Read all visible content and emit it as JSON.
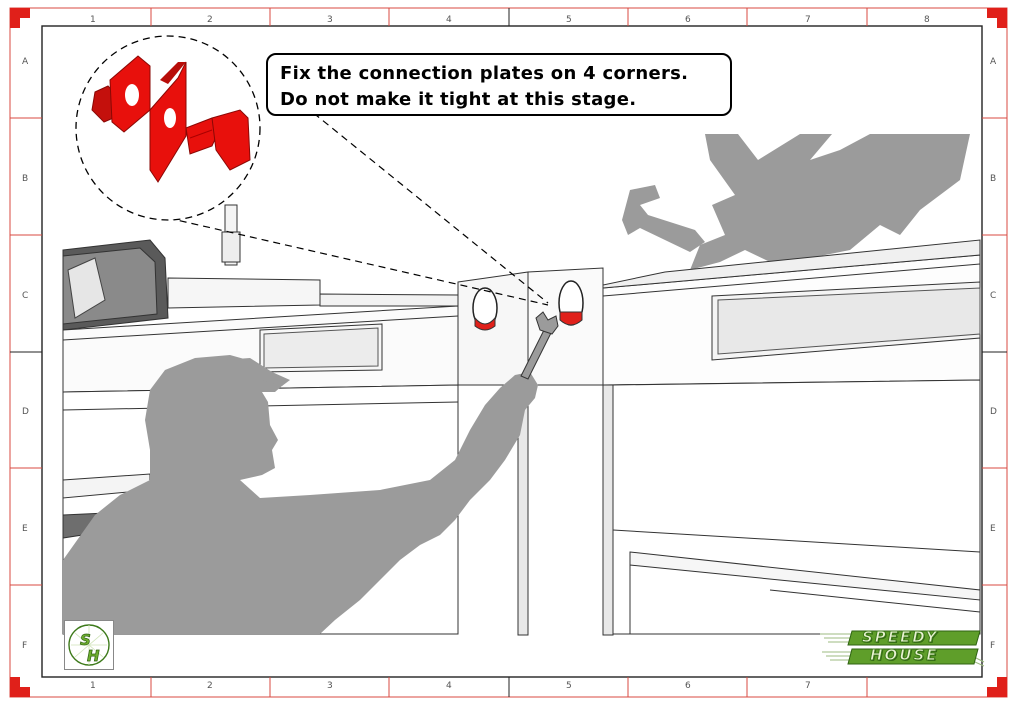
{
  "callout": {
    "line1": "Fix the connection plates on 4 corners.",
    "line2": "Do not make it tight at this stage."
  },
  "grid": {
    "columns": [
      "1",
      "2",
      "3",
      "4",
      "5",
      "6",
      "7",
      "8"
    ],
    "columns_bottom": [
      "1",
      "2",
      "3",
      "4",
      "5",
      "6",
      "7"
    ],
    "rows": [
      "A",
      "B",
      "C",
      "D",
      "E",
      "F"
    ]
  },
  "logo": {
    "line1": "SPEEDY",
    "line2": "HOUSE",
    "badge_letters": "S H"
  },
  "colors": {
    "frame_red": "#e0201a",
    "part_red": "#e8100c",
    "silhouette_gray": "#9b9b9b",
    "logo_green": "#3d7a1a"
  }
}
